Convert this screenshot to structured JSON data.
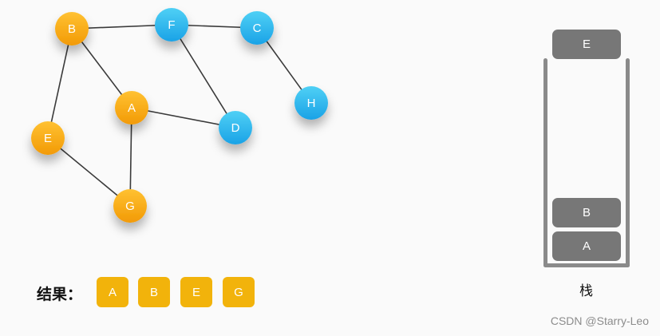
{
  "graph": {
    "colors": {
      "visited": "#f2a310",
      "unvisited": "#26aee8",
      "edge": "#3a3a3a"
    },
    "nodes": [
      {
        "id": "B",
        "label": "B",
        "state": "visited"
      },
      {
        "id": "F",
        "label": "F",
        "state": "unvisited"
      },
      {
        "id": "C",
        "label": "C",
        "state": "unvisited"
      },
      {
        "id": "A",
        "label": "A",
        "state": "visited"
      },
      {
        "id": "H",
        "label": "H",
        "state": "unvisited"
      },
      {
        "id": "D",
        "label": "D",
        "state": "unvisited"
      },
      {
        "id": "E",
        "label": "E",
        "state": "visited"
      },
      {
        "id": "G",
        "label": "G",
        "state": "visited"
      }
    ],
    "edges": [
      [
        "B",
        "F"
      ],
      [
        "F",
        "C"
      ],
      [
        "C",
        "H"
      ],
      [
        "B",
        "A"
      ],
      [
        "B",
        "E"
      ],
      [
        "F",
        "D"
      ],
      [
        "A",
        "D"
      ],
      [
        "A",
        "G"
      ],
      [
        "E",
        "G"
      ]
    ]
  },
  "result": {
    "label": "结果：",
    "items": [
      "A",
      "B",
      "E",
      "G"
    ]
  },
  "stack": {
    "label": "栈",
    "items": [
      "A",
      "B"
    ],
    "incoming": "E"
  },
  "watermark": "CSDN @Starry-Leo"
}
